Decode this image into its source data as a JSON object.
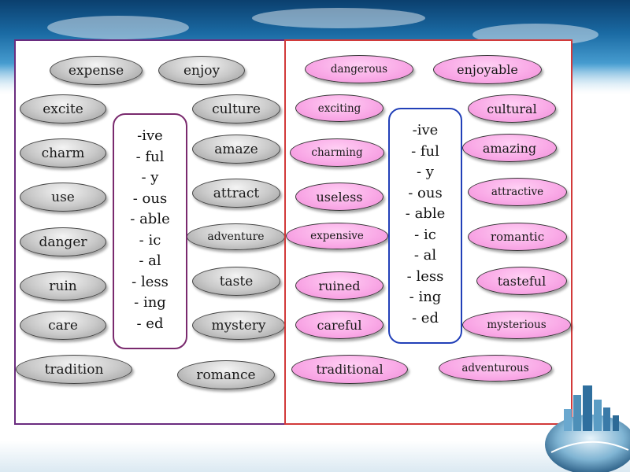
{
  "root_words": {
    "expense": "expense",
    "enjoy": "enjoy",
    "excite": "excite",
    "culture": "culture",
    "charm": "charm",
    "amaze": "amaze",
    "use": "use",
    "attract": "attract",
    "danger": "danger",
    "adventure": "adventure",
    "ruin": "ruin",
    "taste": "taste",
    "care": "care",
    "mystery": "mystery",
    "tradition": "tradition",
    "romance": "romance"
  },
  "derived_words": {
    "dangerous": "dangerous",
    "enjoyable": "enjoyable",
    "exciting": "exciting",
    "cultural": "cultural",
    "charming": "charming",
    "amazing": "amazing",
    "useless": "useless",
    "attractive": "attractive",
    "expensive": "expensive",
    "romantic": "romantic",
    "ruined": "ruined",
    "tasteful": "tasteful",
    "careful": "careful",
    "mysterious": "mysterious",
    "traditional": "traditional",
    "adventurous": "adventurous"
  },
  "suffixes": [
    "-ive",
    "- ful",
    "- y",
    "- ous",
    "- able",
    "- ic",
    "- al",
    "- less",
    "- ing",
    "- ed"
  ],
  "colors": {
    "left_border": "#6a2c7f",
    "right_border": "#d23a3a",
    "left_suffix_border": "#7a2a6e",
    "right_suffix_border": "#2240b8",
    "grey_pill": "#c9c9c9",
    "pink_pill": "#f9a8e6"
  }
}
